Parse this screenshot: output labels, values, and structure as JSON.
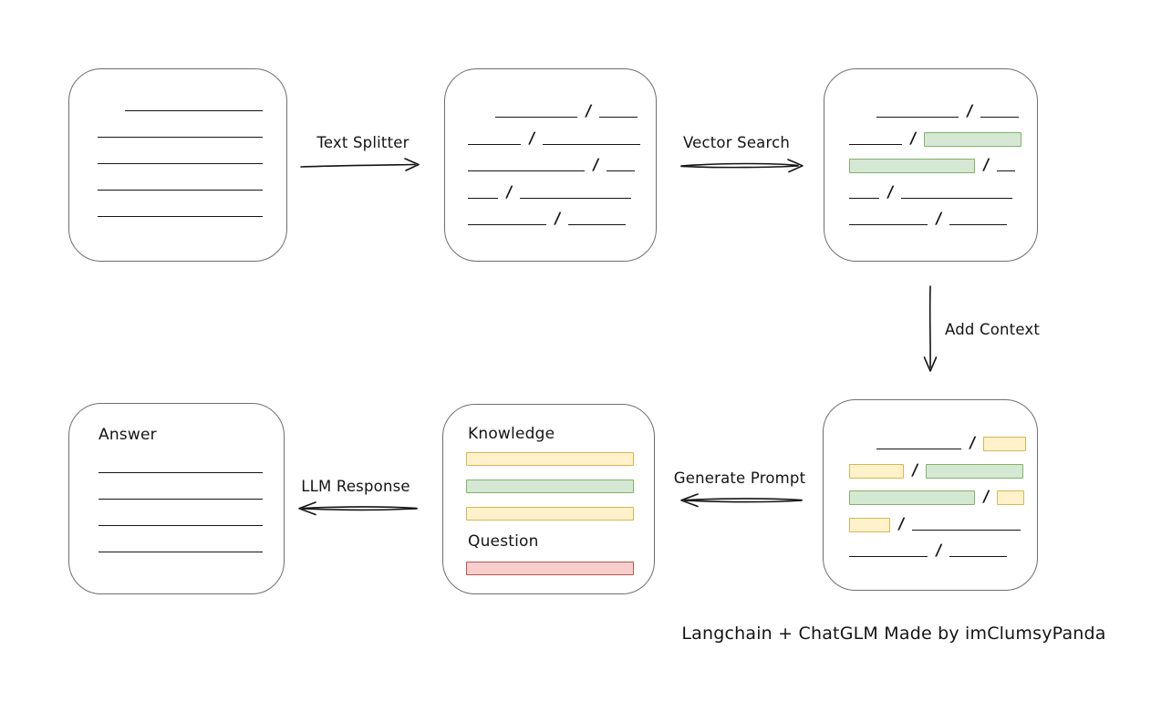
{
  "colors": {
    "green_fill": "#d5e8d4",
    "green_border": "#82b366",
    "yellow_fill": "#fff1c9",
    "yellow_border": "#d6b656",
    "red_fill": "#f8cecc",
    "red_border": "#b85450",
    "stroke": "#141414",
    "box_border": "#6f6f6f"
  },
  "nodes": {
    "document": {
      "lines": [
        {
          "w": 151,
          "ml": 30
        },
        {
          "w": 181
        },
        {
          "w": 181
        },
        {
          "w": 181
        },
        {
          "w": 181
        }
      ]
    },
    "chunks": {
      "rows": [
        [
          {
            "t": "line",
            "w": 90,
            "ml": 30
          },
          {
            "t": "slash"
          },
          {
            "t": "line",
            "w": 42
          }
        ],
        [
          {
            "t": "line",
            "w": 58
          },
          {
            "t": "slash"
          },
          {
            "t": "line",
            "w": 107
          }
        ],
        [
          {
            "t": "line",
            "w": 128
          },
          {
            "t": "slash"
          },
          {
            "t": "line",
            "w": 31
          }
        ],
        [
          {
            "t": "line",
            "w": 33
          },
          {
            "t": "slash"
          },
          {
            "t": "line",
            "w": 122
          }
        ],
        [
          {
            "t": "line",
            "w": 86
          },
          {
            "t": "slash"
          },
          {
            "t": "line",
            "w": 63
          }
        ]
      ]
    },
    "search_results": {
      "rows": [
        [
          {
            "t": "line",
            "w": 90,
            "ml": 30
          },
          {
            "t": "slash"
          },
          {
            "t": "line",
            "w": 42
          }
        ],
        [
          {
            "t": "line",
            "w": 58
          },
          {
            "t": "slash"
          },
          {
            "t": "green",
            "w": 107
          }
        ],
        [
          {
            "t": "green",
            "w": 138
          },
          {
            "t": "slash"
          },
          {
            "t": "line",
            "w": 20
          }
        ],
        [
          {
            "t": "line",
            "w": 33
          },
          {
            "t": "slash"
          },
          {
            "t": "line",
            "w": 122
          }
        ],
        [
          {
            "t": "line",
            "w": 86
          },
          {
            "t": "slash"
          },
          {
            "t": "line",
            "w": 63
          }
        ]
      ]
    },
    "context": {
      "rows": [
        [
          {
            "t": "line",
            "w": 93,
            "ml": 30
          },
          {
            "t": "slash"
          },
          {
            "t": "yellow",
            "w": 47
          }
        ],
        [
          {
            "t": "yellow",
            "w": 60
          },
          {
            "t": "slash"
          },
          {
            "t": "green",
            "w": 107
          }
        ],
        [
          {
            "t": "green",
            "w": 138
          },
          {
            "t": "slash"
          },
          {
            "t": "yellow",
            "w": 30
          }
        ],
        [
          {
            "t": "yellow",
            "w": 45
          },
          {
            "t": "slash"
          },
          {
            "t": "line",
            "w": 119
          }
        ],
        [
          {
            "t": "line",
            "w": 86
          },
          {
            "t": "slash"
          },
          {
            "t": "line",
            "w": 63
          }
        ]
      ]
    },
    "prompt": {
      "knowledge_label": "Knowledge",
      "question_label": "Question",
      "knowledge_bars": [
        "yellow",
        "green",
        "yellow"
      ],
      "question_bars": [
        "red"
      ]
    },
    "answer": {
      "label": "Answer",
      "lines": [
        {
          "w": 180
        },
        {
          "w": 180
        },
        {
          "w": 180
        },
        {
          "w": 180
        }
      ]
    }
  },
  "arrows": {
    "text_splitter": {
      "label": "Text Splitter"
    },
    "vector_search": {
      "label": "Vector Search"
    },
    "add_context": {
      "label": "Add Context"
    },
    "generate_prompt": {
      "label": "Generate Prompt"
    },
    "llm_response": {
      "label": "LLM Response"
    }
  },
  "caption": "Langchain + ChatGLM Made by imClumsyPanda"
}
